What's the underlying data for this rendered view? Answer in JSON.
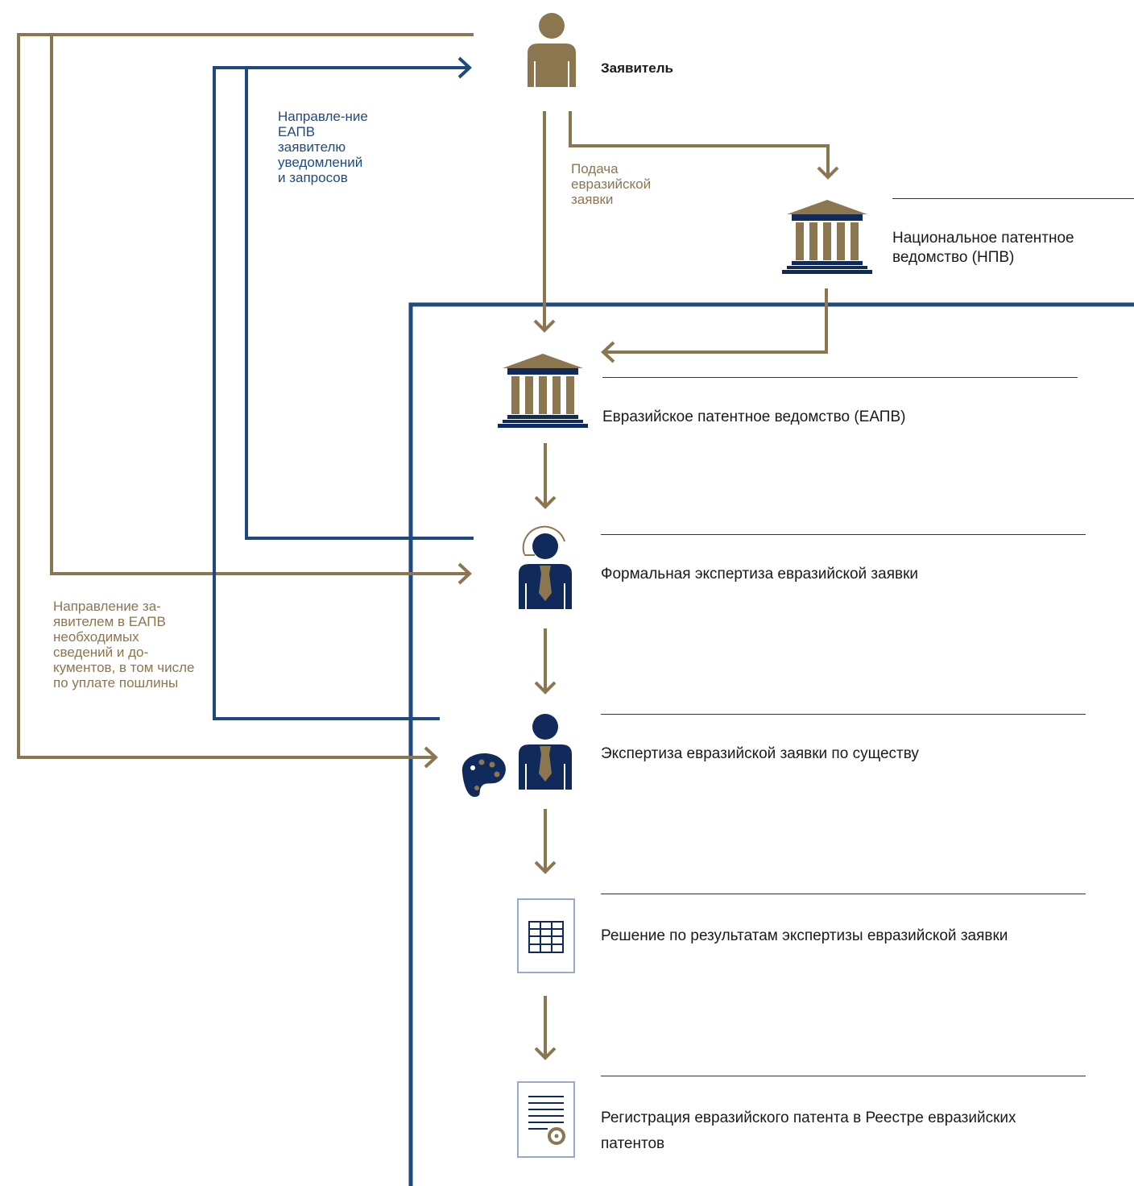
{
  "colors": {
    "gold": "#8b7650",
    "blue": "#1e4a82",
    "navy": "#102a5c",
    "frame": "#97a8c8"
  },
  "nodes": {
    "applicant": {
      "label": "Заявитель",
      "icon": "person-icon"
    },
    "npv": {
      "label": "Национальное патентное ведомство (НПВ)",
      "icon": "institution-icon"
    },
    "eapv": {
      "label": "Евразийское патентное ведомство (ЕАПВ)",
      "icon": "institution-icon"
    },
    "formal_exam": {
      "label": "Формальная экспертиза евразийской заявки",
      "icon": "examiner-headset-icon"
    },
    "substantive_exam": {
      "label": "Экспертиза евразийской заявки по существу",
      "icon": "examiner-icon"
    },
    "decision": {
      "label": "Решение по результатам экспертизы евразийской заявки",
      "icon": "table-document-icon"
    },
    "registration": {
      "label": "Регистрация евразийского патента в Реестре евразийских патентов",
      "icon": "certificate-document-icon"
    }
  },
  "notes": {
    "filing": "Подача евразийской заявки",
    "eapv_to_applicant": "Направле-ние ЕАПВ заявителю уведомлений и запросов",
    "applicant_to_eapv": "Направление за-явителем в ЕАПВ необходимых сведений и до-кументов, в том числе по уплате пошлины"
  },
  "icons": {
    "palette": "palette-icon"
  }
}
